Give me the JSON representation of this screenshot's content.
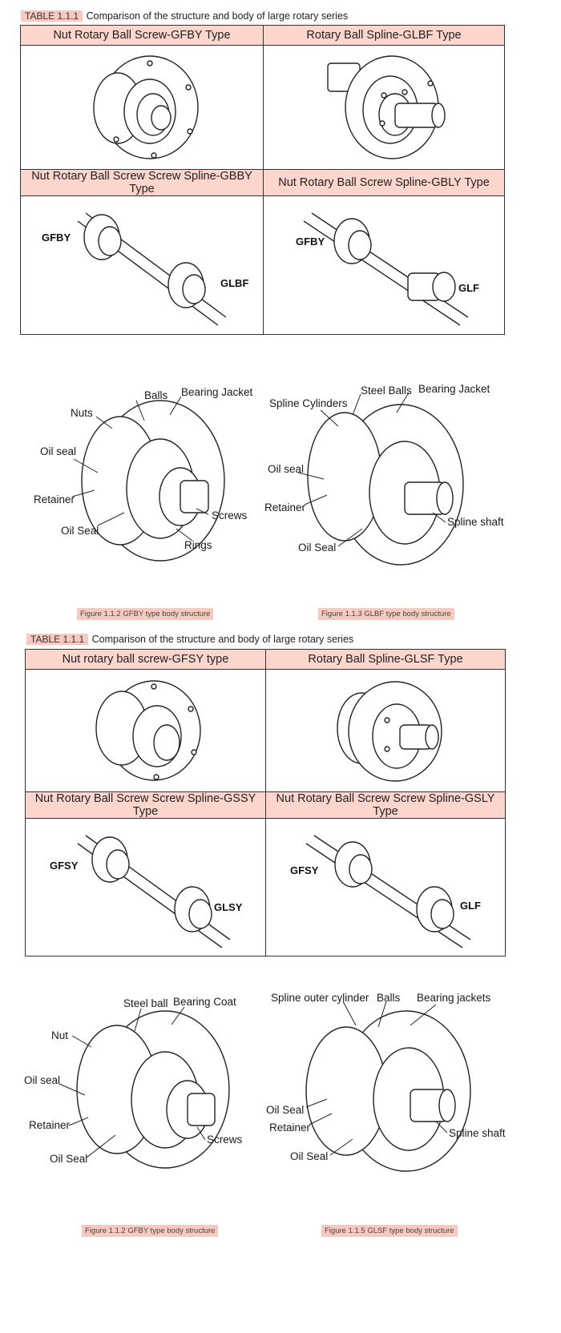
{
  "table1": {
    "tag": "TABLE 1.1.1",
    "title": "Comparison of the structure and body of large rotary series",
    "headers": [
      "Nut Rotary Ball Screw-GFBY Type",
      "Rotary Ball Spline-GLBF Type",
      "Nut Rotary Ball Screw Screw Spline-GBBY Type",
      "Nut Rotary Ball Screw Spline-GBLY Type"
    ],
    "assembly_labels": [
      {
        "left": "GFBY",
        "right": "GLBF"
      },
      {
        "left": "GFBY",
        "right": "GLF"
      }
    ]
  },
  "figures1": {
    "left": {
      "labels": [
        "Balls",
        "Bearing Jacket",
        "Nuts",
        "Oil seal",
        "Retainer",
        "Oil Seal",
        "Screws",
        "Rings"
      ],
      "caption": "Figure 1.1.2 GFBY type body structure"
    },
    "right": {
      "labels": [
        "Steel Balls",
        "Bearing Jacket",
        "Spline Cylinders",
        "Oil seal",
        "Retainer",
        "Oil Seal",
        "Spline shaft"
      ],
      "caption": "Figure 1.1.3 GLBF type body structure"
    }
  },
  "table2": {
    "tag": "TABLE 1.1.1",
    "title": "Comparison of the structure and body of large rotary series",
    "headers": [
      "Nut rotary ball screw-GFSY type",
      "Rotary Ball Spline-GLSF Type",
      "Nut Rotary Ball Screw Screw Spline-GSSY Type",
      "Nut Rotary Ball Screw Screw Spline-GSLY Type"
    ],
    "assembly_labels": [
      {
        "left": "GFSY",
        "right": "GLSY"
      },
      {
        "left": "GFSY",
        "right": "GLF"
      }
    ]
  },
  "figures2": {
    "left": {
      "labels": [
        "Steel ball",
        "Bearing Coat",
        "Nut",
        "Oil seal",
        "Retainer",
        "Oil Seal",
        "Screws"
      ],
      "caption": "Figure 1.1.2 GFBY type body structure"
    },
    "right": {
      "labels": [
        "Spline outer cylinder",
        "Balls",
        "Bearing jackets",
        "Oil Seal",
        "Retainer",
        "Oil Seal",
        "Spline shaft"
      ],
      "caption": "Figure 1.1.5 GLSF type body structure"
    }
  }
}
